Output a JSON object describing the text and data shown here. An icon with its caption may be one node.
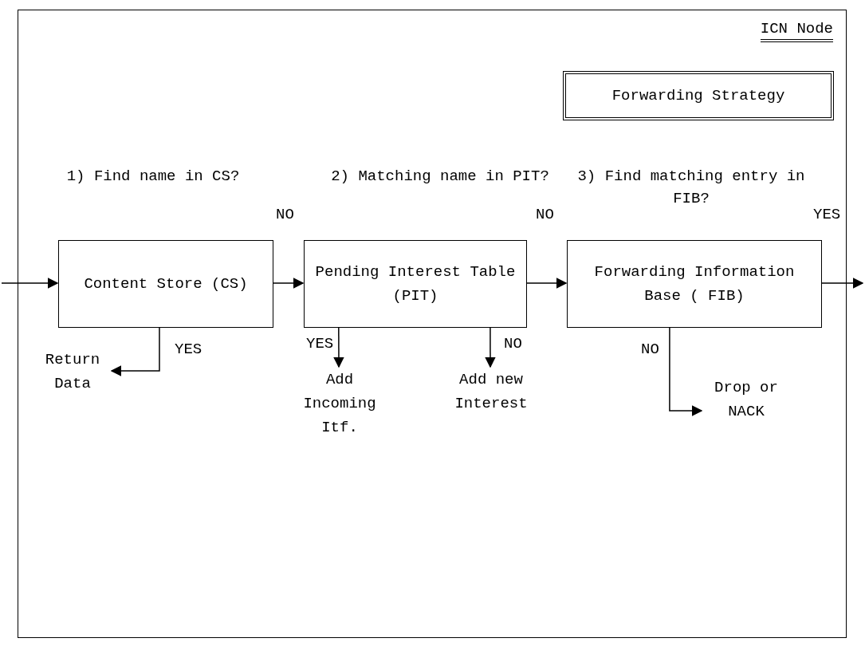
{
  "diagram": {
    "nodes": [
      {
        "text": [
          "ICN Node"
        ]
      },
      {
        "text": [
          "Forwarding Strategy"
        ],
        "in": 0
      },
      {
        "text": [
          "Content Store (CS)"
        ],
        "in": 0,
        "beside": [
          "1) Find name in CS?"
        ]
      },
      {
        "text": [
          "Pending Interest Table (PIT)"
        ],
        "in": 0,
        "beside": [
          "2) Matching name in PIT?"
        ]
      },
      {
        "text": [
          "Forwarding Information Base ( FIB)"
        ],
        "in": 0,
        "beside": [
          "3) Find matching entry in FIB?"
        ]
      },
      {
        "text": [
          "Return Data"
        ],
        "in": 0
      },
      {
        "text": [
          "Add Incoming Itf."
        ],
        "in": 0
      },
      {
        "text": [
          "Add new Interest"
        ],
        "in": 0
      },
      {
        "text": [
          "Drop or NACK"
        ],
        "in": 0
      }
    ],
    "edges": [
      {
        "from": null,
        "to": 2,
        "arrow": "to"
      },
      {
        "from": 2,
        "to": 3,
        "arrow": "to",
        "label": "NO"
      },
      {
        "from": 3,
        "to": 4,
        "arrow": "to",
        "label": "NO"
      },
      {
        "from": 4,
        "to": null,
        "arrow": "to",
        "label": "YES"
      },
      {
        "from": 2,
        "to": 5,
        "arrow": "to",
        "label": "YES"
      },
      {
        "from": 3,
        "to": 6,
        "arrow": "to",
        "label": "YES"
      },
      {
        "from": 3,
        "to": 7,
        "arrow": "to",
        "label": "NO"
      },
      {
        "from": 4,
        "to": 8,
        "arrow": "to",
        "label": "NO"
      }
    ]
  }
}
